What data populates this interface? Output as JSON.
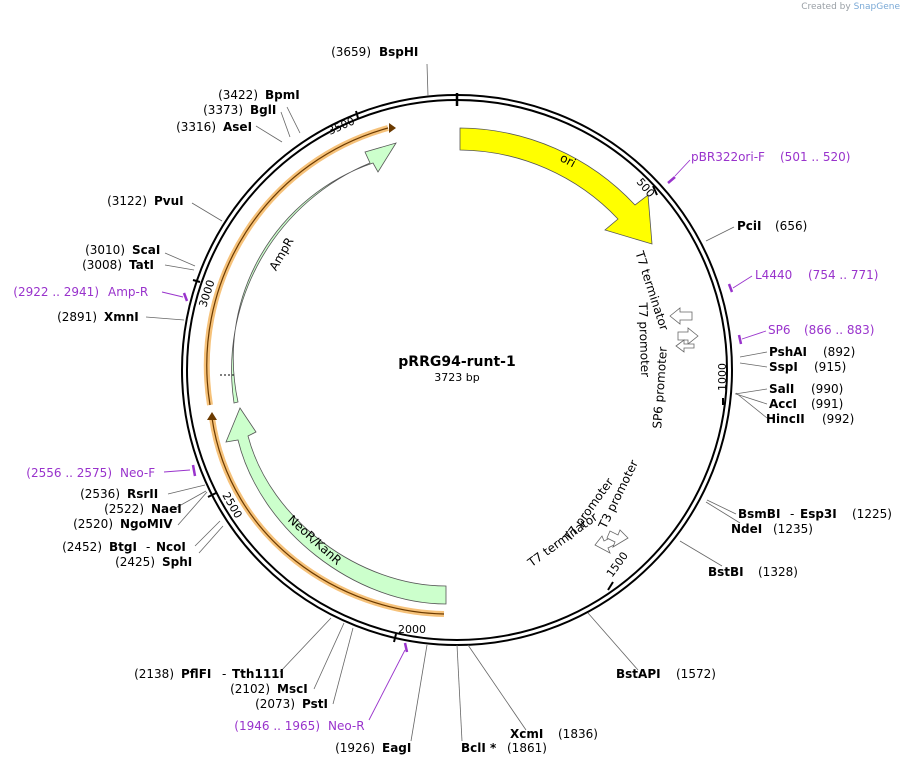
{
  "credit": {
    "prefix": "Created by",
    "brand": "SnapGene"
  },
  "plasmid": {
    "name": "pRRG94-runt-1",
    "size": "3723 bp"
  },
  "ticks": [
    "500",
    "1000",
    "1500",
    "2000",
    "2500",
    "3000",
    "3500"
  ],
  "features": {
    "ori": "ori",
    "ampr": "AmpR",
    "neor": "NeoR/KanR",
    "t7_term_top": "T7 terminator",
    "t7_prom_top": "T7 promoter",
    "sp6_prom": "SP6 promoter",
    "t7_prom_bot": "T7 promoter",
    "t3_prom": "T3 promoter",
    "t7_term_bot": "T7 terminator"
  },
  "enzymes": {
    "bsphi": {
      "pos": "(3659)",
      "name": "BspHI"
    },
    "bpmi": {
      "pos": "(3422)",
      "name": "BpmI"
    },
    "bgli": {
      "pos": "(3373)",
      "name": "BglI"
    },
    "asei": {
      "pos": "(3316)",
      "name": "AseI"
    },
    "pvui": {
      "pos": "(3122)",
      "name": "PvuI"
    },
    "scai": {
      "pos": "(3010)",
      "name": "ScaI"
    },
    "tati": {
      "pos": "(3008)",
      "name": "TatI"
    },
    "xmni": {
      "pos": "(2891)",
      "name": "XmnI"
    },
    "rsrii": {
      "pos": "(2536)",
      "name": "RsrII"
    },
    "naei": {
      "pos": "(2522)",
      "name": "NaeI"
    },
    "ngomiv": {
      "pos": "(2520)",
      "name": "NgoMIV"
    },
    "btgi": {
      "pos": "(2452)",
      "name": "BtgI",
      "name2": "NcoI"
    },
    "sphi": {
      "pos": "(2425)",
      "name": "SphI"
    },
    "pflfi": {
      "pos": "(2138)",
      "name": "PflFI",
      "name2": "Tth111I"
    },
    "msci": {
      "pos": "(2102)",
      "name": "MscI"
    },
    "psti": {
      "pos": "(2073)",
      "name": "PstI"
    },
    "eagi": {
      "pos": "(1926)",
      "name": "EagI"
    },
    "bcli": {
      "pos": "(1861)",
      "name": "BclI *"
    },
    "xcmi": {
      "pos": "(1836)",
      "name": "XcmI"
    },
    "bstapi": {
      "pos": "(1572)",
      "name": "BstAPI"
    },
    "bstbi": {
      "pos": "(1328)",
      "name": "BstBI"
    },
    "ndei": {
      "pos": "(1235)",
      "name": "NdeI"
    },
    "bsmbi": {
      "pos": "(1225)",
      "name": "BsmBI",
      "name2": "Esp3I"
    },
    "hincii": {
      "pos": "(992)",
      "name": "HincII"
    },
    "acci": {
      "pos": "(991)",
      "name": "AccI"
    },
    "sali": {
      "pos": "(990)",
      "name": "SalI"
    },
    "sspi": {
      "pos": "(915)",
      "name": "SspI"
    },
    "pshai": {
      "pos": "(892)",
      "name": "PshAI"
    },
    "pcii": {
      "pos": "(656)",
      "name": "PciI"
    }
  },
  "primers": {
    "pbr322": {
      "name": "pBR322ori-F",
      "range": "(501 .. 520)"
    },
    "l4440": {
      "name": "L4440",
      "range": "(754 .. 771)"
    },
    "sp6": {
      "name": "SP6",
      "range": "(866 .. 883)"
    },
    "ampr": {
      "name": "Amp-R",
      "range": "(2922 .. 2941)"
    },
    "neof": {
      "name": "Neo-F",
      "range": "(2556 .. 2575)"
    },
    "neor": {
      "name": "Neo-R",
      "range": "(1946 .. 1965)"
    }
  },
  "colors": {
    "ori": "#ffff00",
    "resistance": "#ccffcc",
    "primer": "#9933cc",
    "highlight": "#f6c27a"
  }
}
